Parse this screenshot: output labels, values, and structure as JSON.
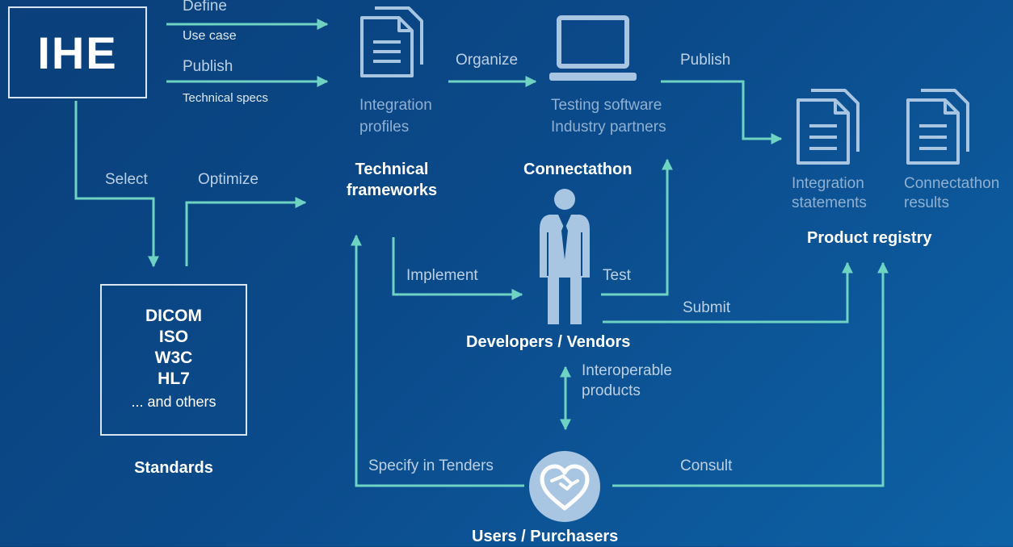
{
  "ihe": {
    "title": "IHE"
  },
  "edges": {
    "define": "Define",
    "use_case": "Use case",
    "publish_top": "Publish",
    "technical_specs": "Technical specs",
    "organize": "Organize",
    "publish_right": "Publish",
    "select": "Select",
    "optimize": "Optimize",
    "implement": "Implement",
    "test": "Test",
    "submit": "Submit",
    "interoperable_line1": "Interoperable",
    "interoperable_line2": "products",
    "specify": "Specify in Tenders",
    "consult": "Consult"
  },
  "nodes": {
    "integration_profiles_line1": "Integration",
    "integration_profiles_line2": "profiles",
    "testing_line1": "Testing software",
    "testing_line2": "Industry partners",
    "integration_statements_line1": "Integration",
    "integration_statements_line2": "statements",
    "connectathon_results_line1": "Connectathon",
    "connectathon_results_line2": "results",
    "technical_frameworks_line1": "Technical",
    "technical_frameworks_line2": "frameworks",
    "connectathon": "Connectathon",
    "product_registry": "Product registry",
    "developers": "Developers / Vendors",
    "users": "Users / Purchasers",
    "standards_title": "Standards"
  },
  "standards": {
    "dicom": "DICOM",
    "iso": "ISO",
    "w3c": "W3C",
    "hl7": "HL7",
    "others": "... and others"
  },
  "colors": {
    "arrow": "#6fd3c3",
    "icon_light": "#a8c6e2",
    "box_border": "#d8e6f2"
  },
  "icons": {
    "integration_profiles": "document-stack-icon",
    "testing": "laptop-icon",
    "integration_statements": "document-stack-icon",
    "connectathon_results": "document-stack-icon",
    "developer": "person-icon",
    "users": "handshake-heart-icon"
  }
}
